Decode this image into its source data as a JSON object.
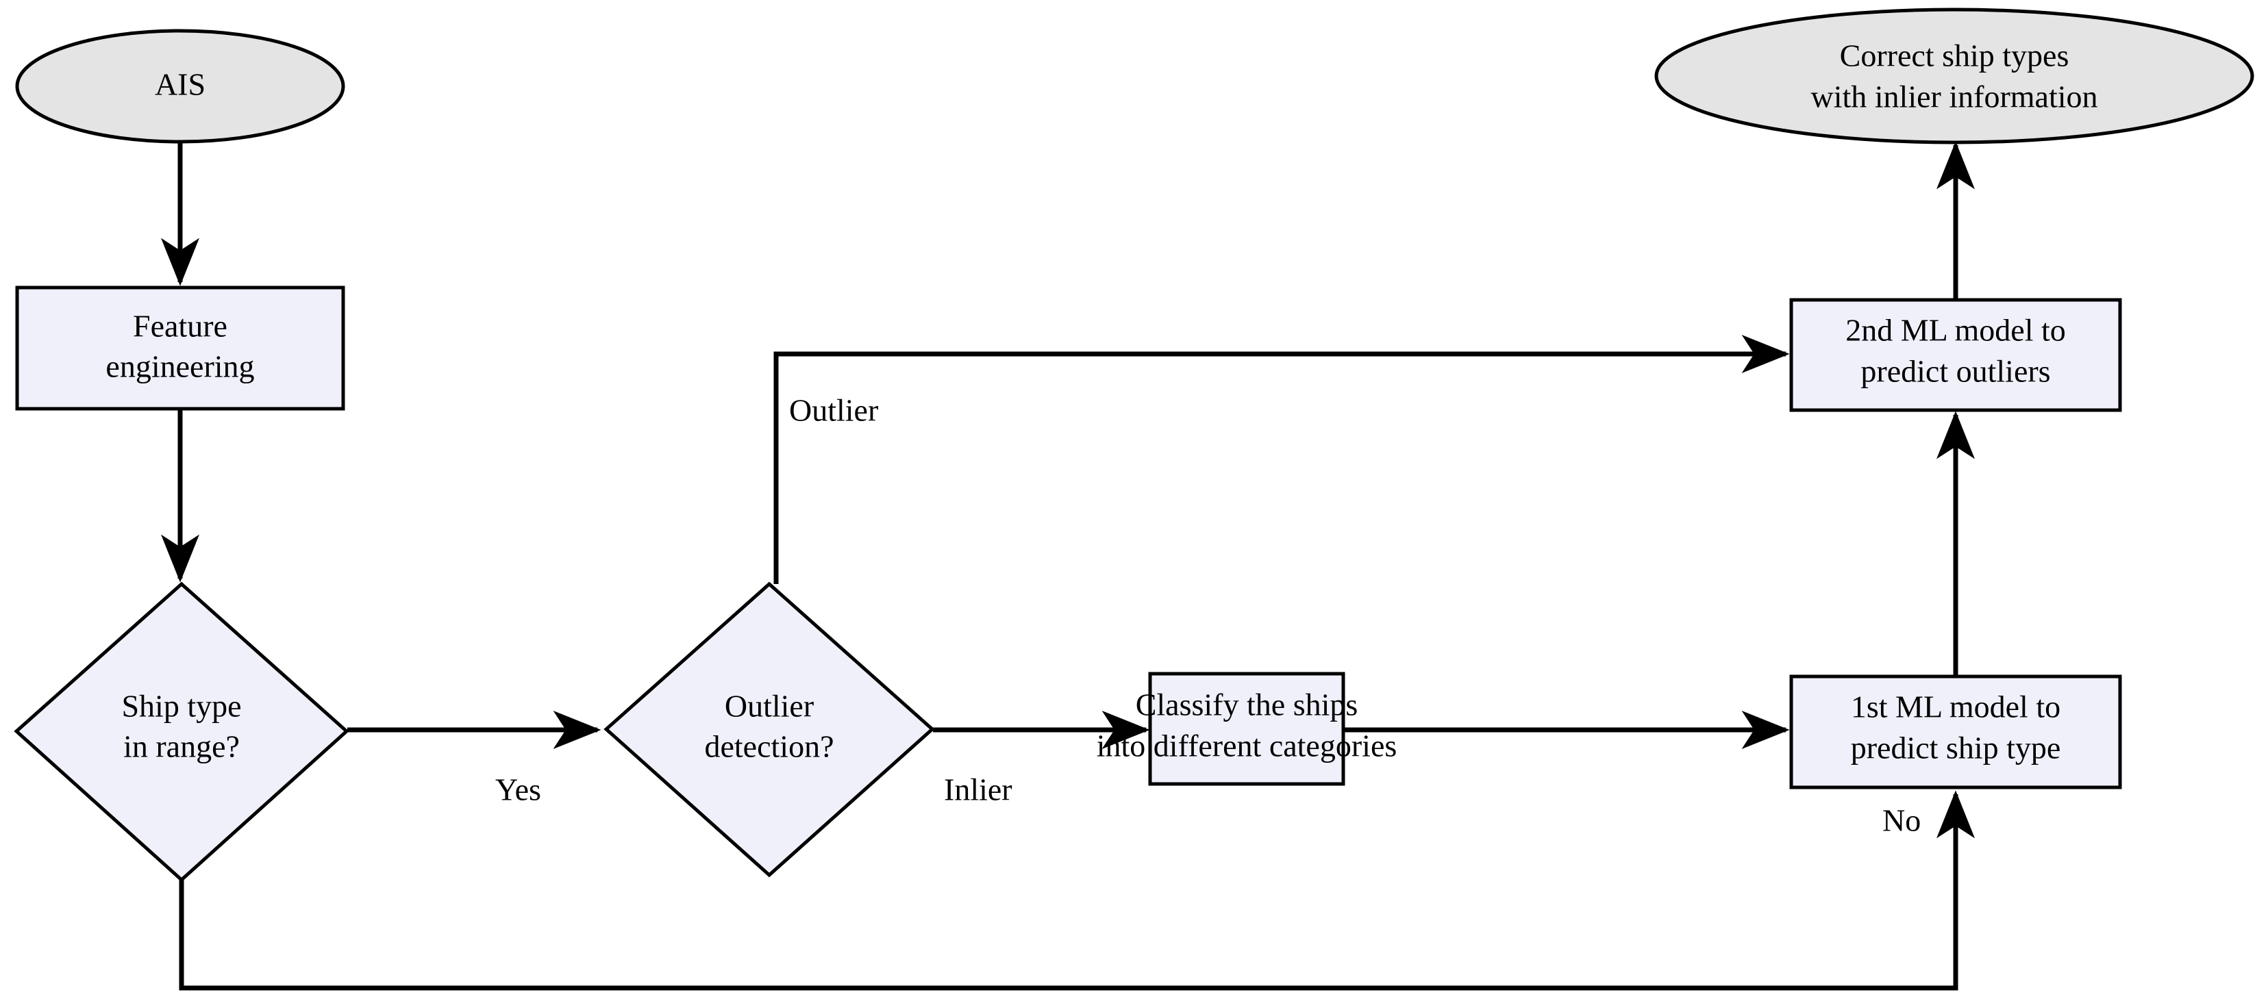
{
  "diagram": {
    "title": "AIS ship type correction pipeline flowchart",
    "colors": {
      "terminator_fill": "#e4e4e4",
      "process_fill": "#f0f0fb",
      "decision_fill": "#f0f0fb",
      "stroke": "#000000",
      "background": "#ffffff"
    },
    "nodes": {
      "ais": {
        "label": "AIS",
        "shape": "ellipse"
      },
      "feature_engineering": {
        "line1": "Feature",
        "line2": "engineering",
        "shape": "rectangle"
      },
      "ship_type_in_range": {
        "line1": "Ship type",
        "line2": "in range?",
        "shape": "diamond"
      },
      "outlier_detection": {
        "line1": "Outlier",
        "line2": "detection?",
        "shape": "diamond"
      },
      "classify_ships": {
        "line1": "Classify the ships",
        "line2": "into different categories",
        "shape": "rectangle"
      },
      "first_ml_model": {
        "line1": "1st ML model to",
        "line2": "predict ship type",
        "shape": "rectangle"
      },
      "second_ml_model": {
        "line1": "2nd ML model to",
        "line2": "predict outliers",
        "shape": "rectangle"
      },
      "correct_ship_types": {
        "line1": "Correct ship types",
        "line2": "with inlier information",
        "shape": "ellipse"
      }
    },
    "edge_labels": {
      "yes": "Yes",
      "no": "No",
      "outlier": "Outlier",
      "inlier": "Inlier"
    }
  }
}
